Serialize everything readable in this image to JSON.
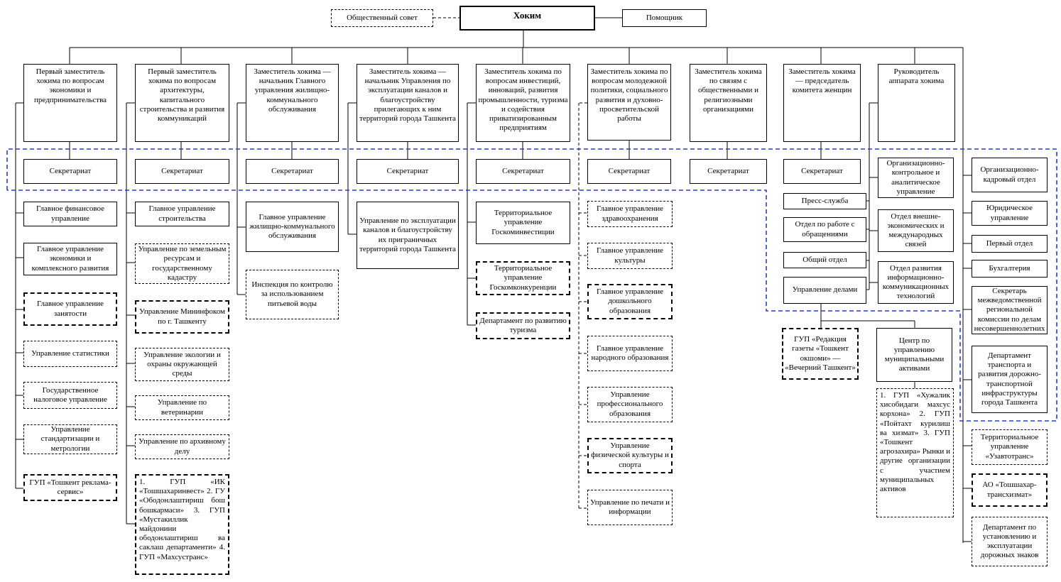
{
  "top": {
    "council": "Общественный совет",
    "hokim": "Хоким",
    "assistant": "Помощник"
  },
  "deputies": [
    "Первый заместитель хокима по вопросам экономики и предпринимательства",
    "Первый заместитель хокима по вопросам архитектуры, капитального строительства и развития коммуникаций",
    "Заместитель хокима — начальник Главного управления жилищно-коммунального обслуживания",
    "Заместитель хокима — начальник Управления по эксплуатации каналов и благоустройству прилегающих к ним территорий города Ташкента",
    "Заместитель хокима по вопросам инвестиций, инноваций, развития промышленности, туризма и содействия приватизированным предприятиям",
    "Заместитель хокима по вопросам молодежной политики, социального развития и духовно-просветительской работы",
    "Заместитель хокима по связям с общественными и религиозными организациями",
    "Заместитель хокима — председатель комитета женщин",
    "Руководитель аппарата хокима"
  ],
  "secretariat": "Секретариат",
  "col1": [
    "Главное финансовое управление",
    "Главное управление экономики и комплексного развития",
    "Главное управление занятости",
    "Управление статистики",
    "Государственное налоговое управление",
    "Управление стандартизации и метрологии",
    "ГУП «Тошкент реклама-сервис»"
  ],
  "col2": [
    "Главное управление строительства",
    "Управление по земельным ресурсам и государственному кадастру",
    "Управление Мининфоком по г. Ташкенту",
    "Управление экологии и охраны окружающей среды",
    "Управление по ветеринарии",
    "Управление по архивному делу",
    "1. ГУП «ИК «Тошшахаринвест» 2. ГУ «Ободонлаштириш бош бошкармаси» 3. ГУП «Мустакиллик майдонини ободонлаштириш ва саклаш департаменти» 4. ГУП «Махсустранс»"
  ],
  "col3": [
    "Главное управление жилищно-коммунального обслуживания",
    "Инспекция по контролю за использованием питьевой воды"
  ],
  "col4": [
    "Управление по эксплуатации каналов и благоустройству их приграничных территорий города Ташкента"
  ],
  "col5": [
    "Территориальное управление Госкоминвестиции",
    "Территориальное управление Госкомконкуренции",
    "Департамент по развитию туризма"
  ],
  "col6": [
    "Главное управление здравоохранения",
    "Главное управление культуры",
    "Главное управление дошкольного образования",
    "Главное управление народного образования",
    "Управление профессионального образования",
    "Управление физической культуры и спорта",
    "Управление по печати и информации"
  ],
  "col8": [
    "Пресс-служба",
    "Отдел по работе с обращениями",
    "Общий отдел",
    "Управление делами",
    "ГУП «Редакция газеты «Тошкент окшоми» — «Вечерний Ташкент»"
  ],
  "col9": [
    "Организационно-контрольное и аналитическое управление",
    "Отдел внешне-экономических и международных связей",
    "Отдел развития информационно-коммуникационных технологий",
    "Центр по управлению муниципальными активами",
    "1. ГУП «Хужалик хисобидаги махсус корхона» 2. ГУП «Пойтахт курилиш ва хизмат» 3. ГУП «Тошкент агрозахира» Рынки и другие организации с участием муниципальных активов"
  ],
  "col10": [
    "Организационно-кадровый отдел",
    "Юридическое управление",
    "Первый отдел",
    "Бухгалтерия",
    "Секретарь межведомственной региональной комиссии по делам несовершеннолетних",
    "Департамент транспорта и развития дорожно-транспортной инфраструктуры города Ташкента",
    "Территориальное управление «Узавтотранс»",
    "АО «Тошшахар-трансхизмат»",
    "Департамент по установлению и эксплуатации дорожных знаков"
  ]
}
